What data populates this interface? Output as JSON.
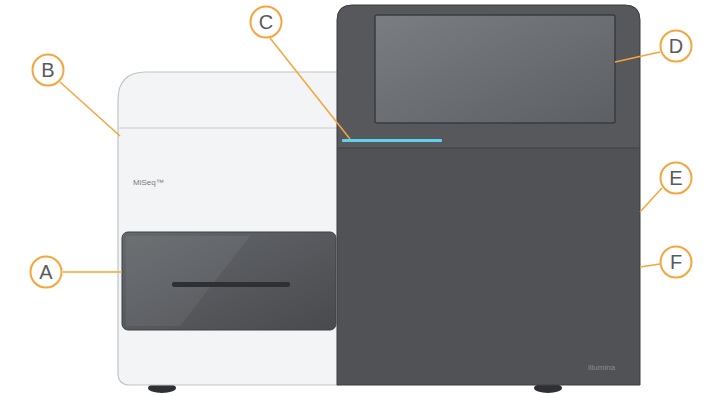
{
  "diagram": {
    "nodes": [
      {
        "text": [
          "A"
        ]
      },
      {
        "text": [
          "B"
        ]
      },
      {
        "text": [
          "C"
        ]
      },
      {
        "text": [
          "D"
        ]
      },
      {
        "text": [
          "E"
        ]
      },
      {
        "text": [
          "F"
        ]
      }
    ],
    "labels": [
      "MiSeq™",
      "illumina"
    ]
  }
}
